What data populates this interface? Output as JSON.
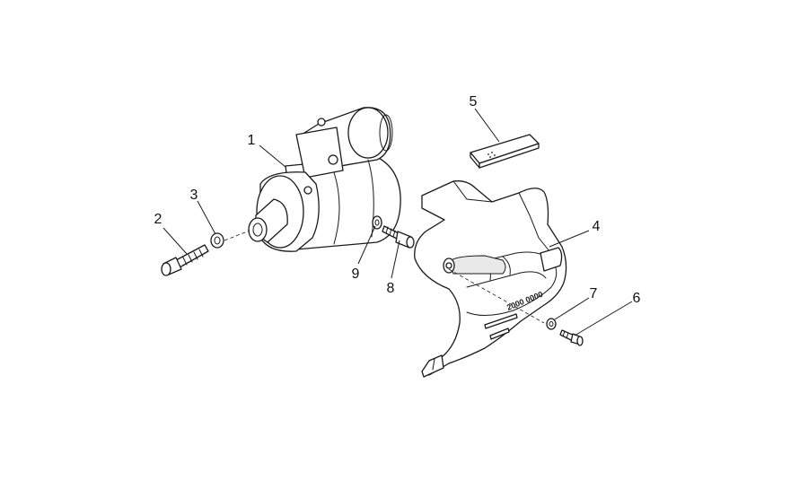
{
  "callouts": {
    "c1": "1",
    "c2": "2",
    "c3": "3",
    "c4": "4",
    "c5": "5",
    "c6": "6",
    "c7": "7",
    "c8": "8",
    "c9": "9"
  },
  "guard_stamp": "2000 0000",
  "colors": {
    "line": "#1a1a1a",
    "background": "#ffffff"
  }
}
